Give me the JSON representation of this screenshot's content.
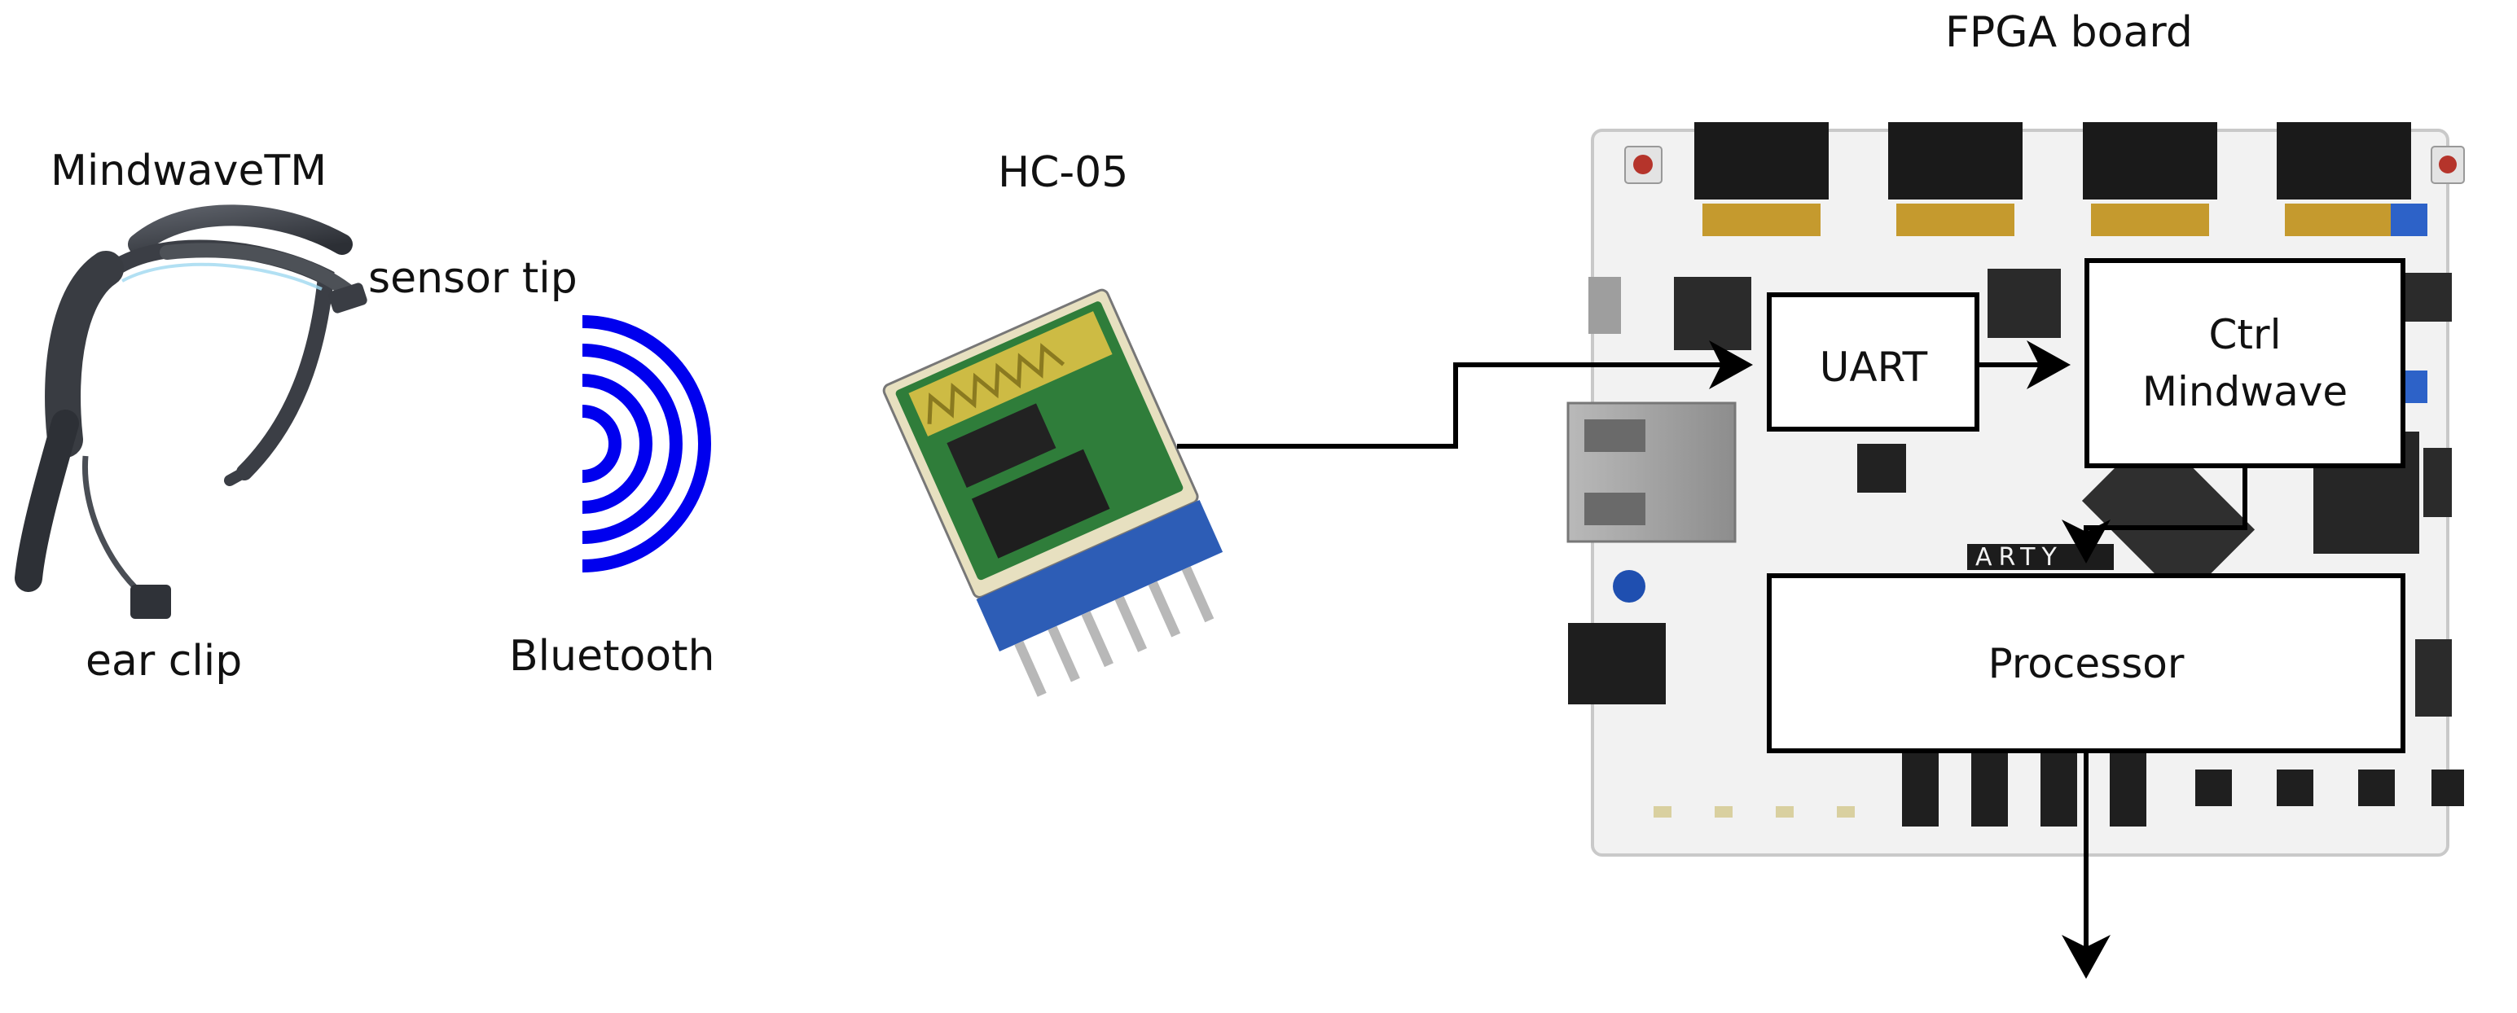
{
  "labels": {
    "headset": "MindwaveTM",
    "sensor_tip": "sensor tip",
    "ear_clip": "ear clip",
    "bluetooth": "Bluetooth",
    "module": "HC-05",
    "board": "FPGA board",
    "uart": "UART",
    "ctrl_line1": "Ctrl",
    "ctrl_line2": "Mindwave",
    "processor": "Processor",
    "board_brand": "ARTY"
  },
  "colors": {
    "bluetooth_waves": "#0000ee",
    "board": "#f2f2f2",
    "pcb_green": "#2f7d3a",
    "arrow": "#000000"
  }
}
